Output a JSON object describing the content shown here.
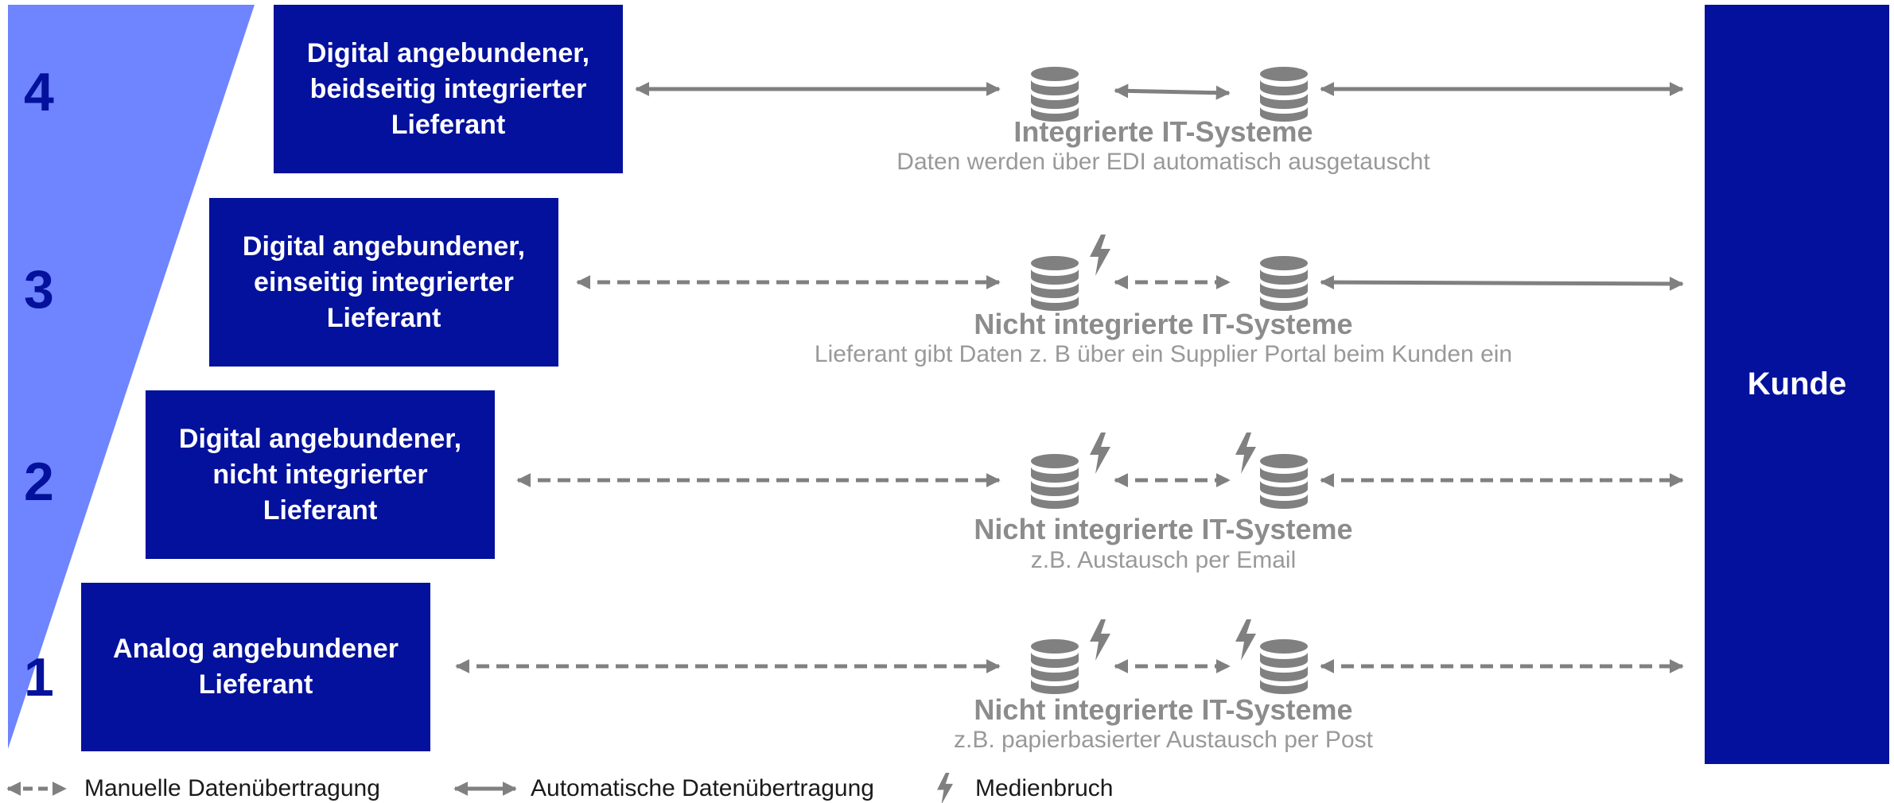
{
  "levels": [
    {
      "number": "4",
      "supplier": "Digital angebundener,\nbeidseitig integrierter\nLieferant",
      "system_title": "Integrierte IT-Systeme",
      "system_desc": "Daten werden über EDI automatisch ausgetauscht",
      "left_link": "automatic",
      "middle_link": "automatic",
      "right_link": "automatic",
      "media_break_left": false,
      "media_break_right": false
    },
    {
      "number": "3",
      "supplier": "Digital angebundener,\neinseitig integrierter\nLieferant",
      "system_title": "Nicht integrierte IT-Systeme",
      "system_desc": "Lieferant gibt Daten z. B über ein Supplier Portal beim Kunden ein",
      "left_link": "manual",
      "middle_link": "manual",
      "right_link": "automatic",
      "media_break_left": true,
      "media_break_right": false
    },
    {
      "number": "2",
      "supplier": "Digital angebundener,\nnicht integrierter\nLieferant",
      "system_title": "Nicht integrierte IT-Systeme",
      "system_desc": "z.B. Austausch per Email",
      "left_link": "manual",
      "middle_link": "manual",
      "right_link": "manual",
      "media_break_left": true,
      "media_break_right": true
    },
    {
      "number": "1",
      "supplier": "Analog angebundener\nLieferant",
      "system_title": "Nicht integrierte IT-Systeme",
      "system_desc": "z.B. papierbasierter Austausch per Post",
      "left_link": "manual",
      "middle_link": "manual",
      "right_link": "manual",
      "media_break_left": true,
      "media_break_right": true
    }
  ],
  "customer": "Kunde",
  "legend": {
    "manual": "Manuelle Datenübertragung",
    "automatic": "Automatische Datenübertragung",
    "media_break": "Medienbruch"
  },
  "colors": {
    "box_fill": "#04119c",
    "wedge_fill": "#6f84ff",
    "connector": "#808080",
    "system_title": "#8c8c8c",
    "system_desc": "#999999"
  },
  "icons": {
    "database": "database-icon",
    "media_break": "lightning-icon"
  }
}
